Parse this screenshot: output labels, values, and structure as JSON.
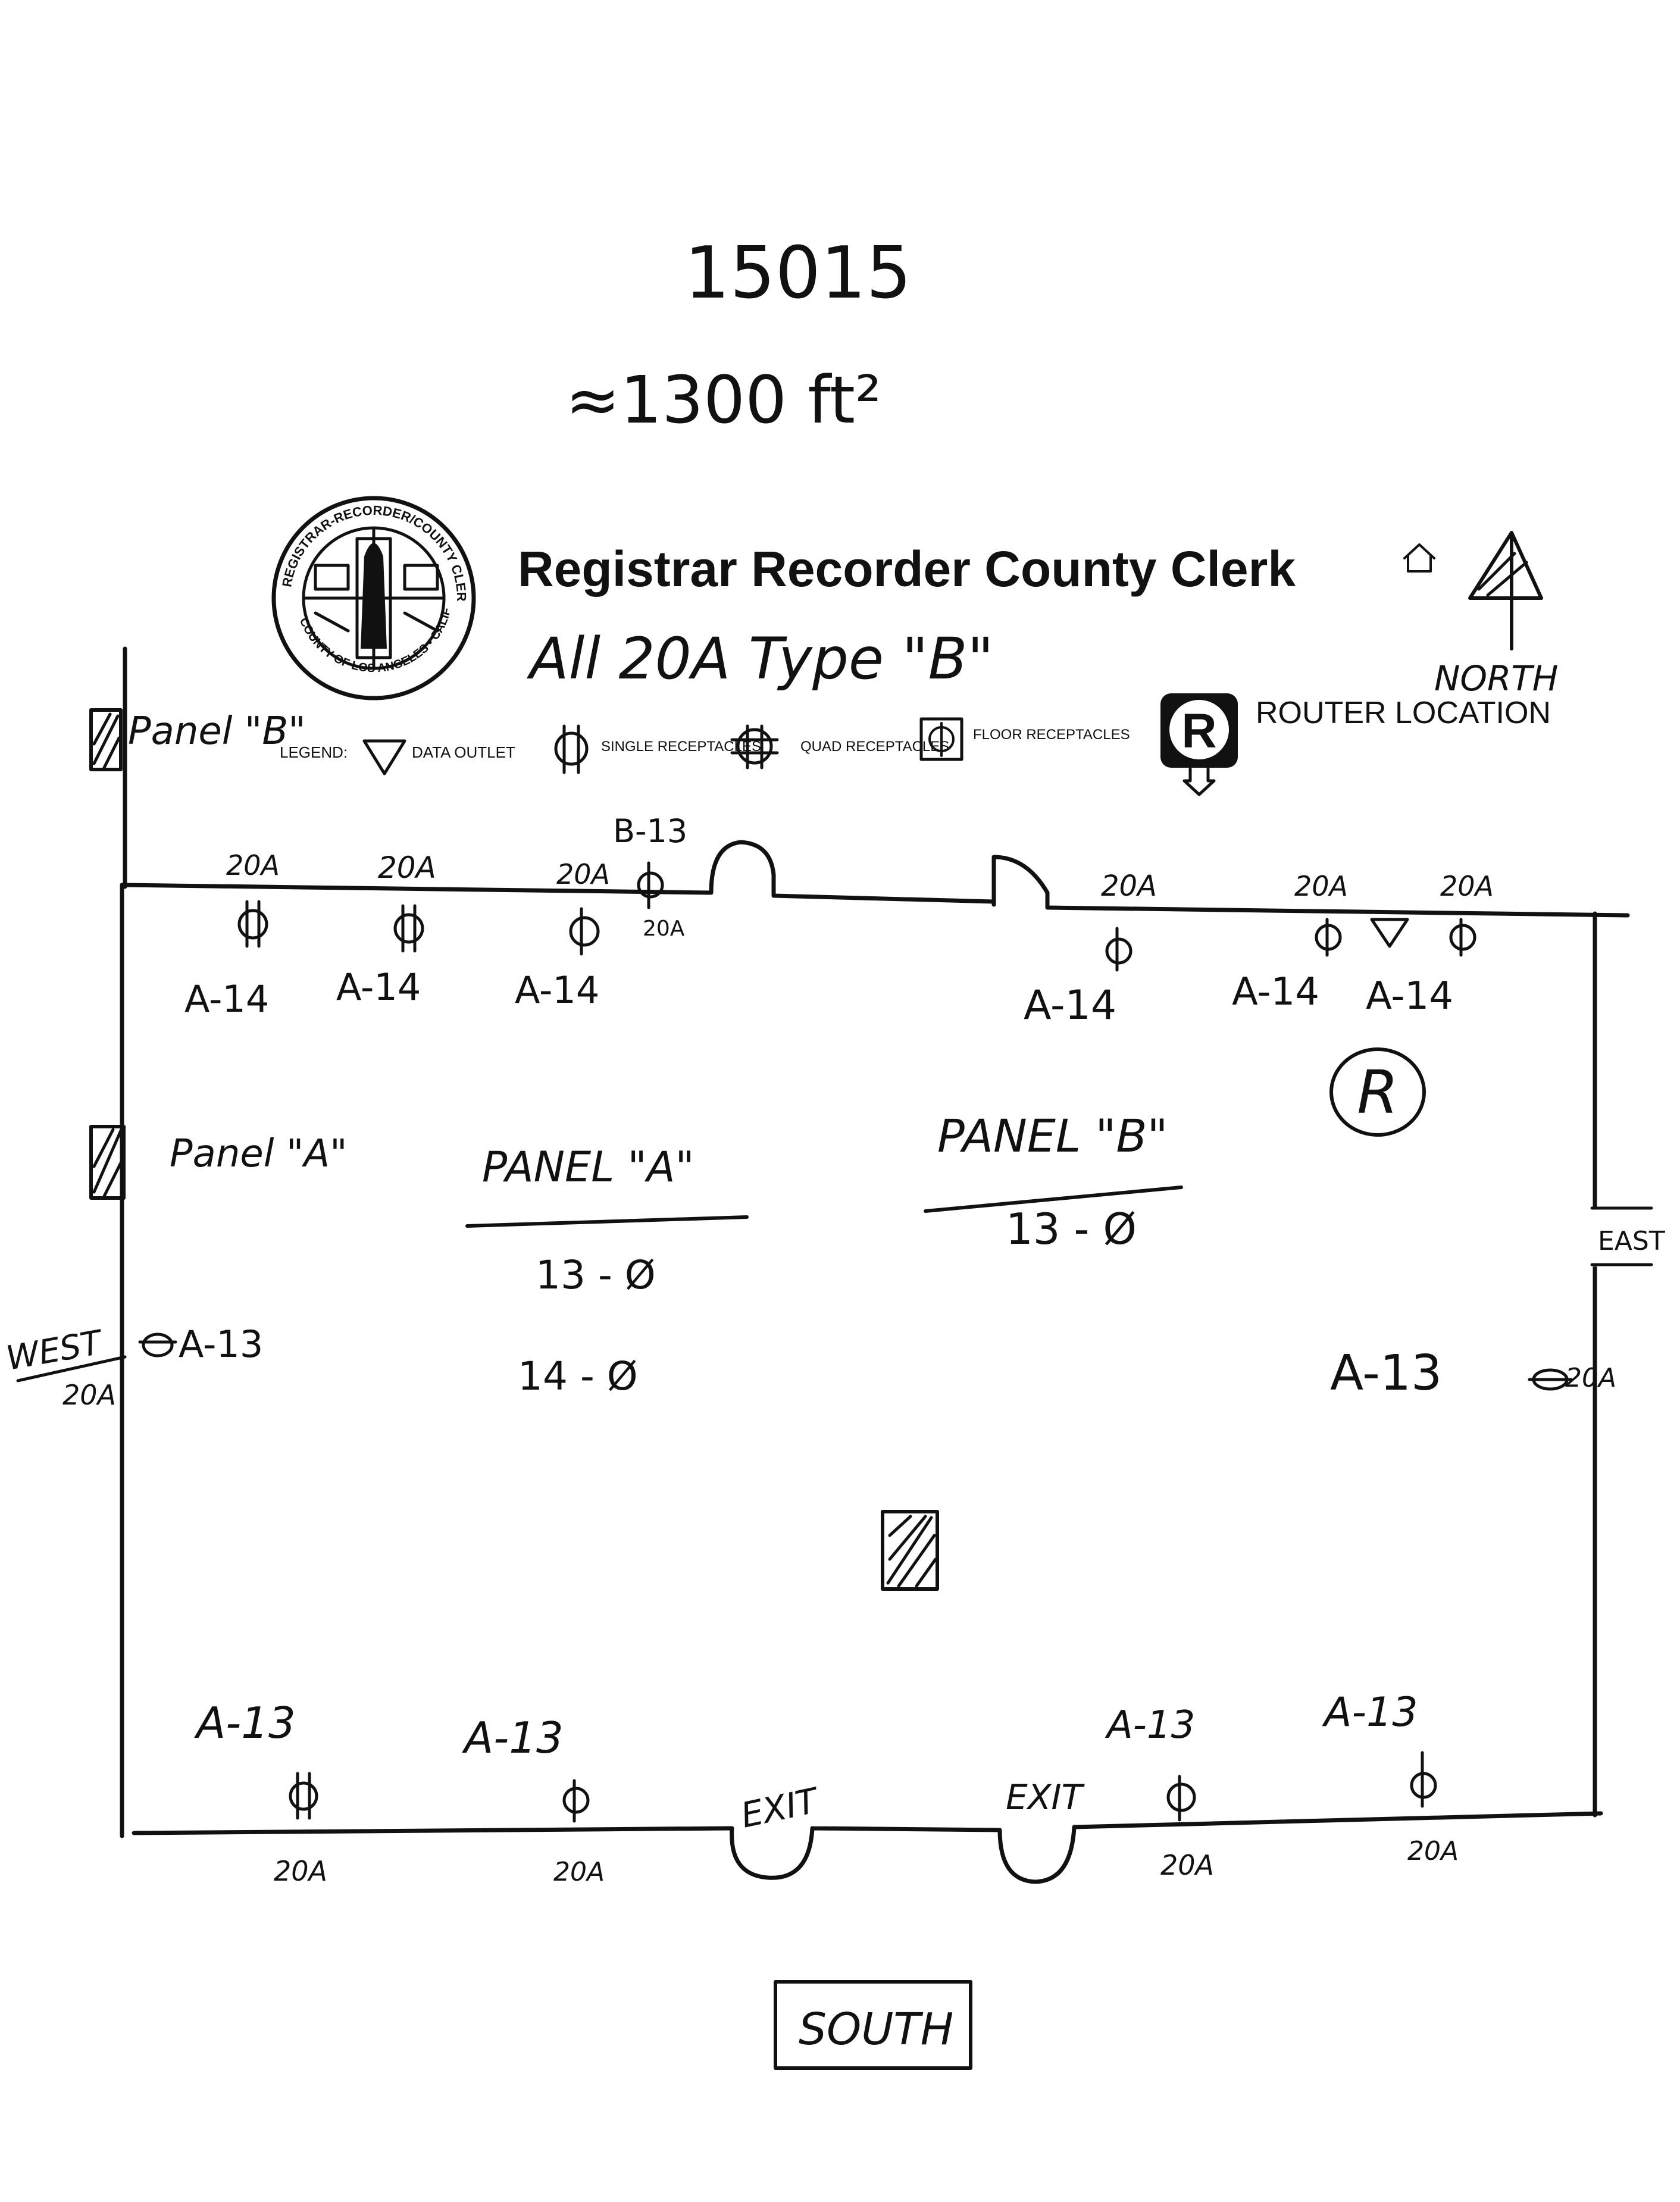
{
  "header": {
    "job_number": "15015",
    "area": "≈1300 ft²",
    "org_title": "Registrar Recorder County Clerk",
    "note": "All 20A Type \"B\"",
    "north_label": "NORTH",
    "seal_text_top": "REGISTRAR-RECORDER/COUNTY CLERK",
    "seal_text_bottom": "COUNTY OF LOS ANGELES • CALIFORNIA"
  },
  "legend": {
    "title": "LEGEND:",
    "items": [
      {
        "icon": "data-outlet-triangle-icon",
        "label": "DATA OUTLET"
      },
      {
        "icon": "single-receptacle-icon",
        "label": "SINGLE RECEPTACLES"
      },
      {
        "icon": "quad-receptacle-icon",
        "label": "QUAD RECEPTACLES"
      },
      {
        "icon": "floor-receptacle-icon",
        "label": "FLOOR RECEPTACLES"
      },
      {
        "icon": "router-r-icon",
        "label": "ROUTER LOCATION"
      }
    ],
    "router_letter": "R"
  },
  "panels": {
    "panel_b_label": "Panel \"B\"",
    "panel_a_label": "Panel \"A\""
  },
  "schedules": {
    "a": {
      "title": "PANEL \"A\"",
      "line1": "13 - Ø",
      "line2": "14 - Ø"
    },
    "b": {
      "title": "PANEL \"B\"",
      "line1": "13 - Ø"
    }
  },
  "north_wall": {
    "amps": [
      "20A",
      "20A",
      "20A",
      "20A",
      "20A",
      "20A"
    ],
    "circuits": [
      "A-14",
      "A-14",
      "A-14",
      "A-14",
      "A-14",
      "A-14"
    ],
    "b13": "B-13",
    "b13_amp": "20A"
  },
  "router_letter": "R",
  "west": {
    "label": "WEST",
    "circuit": "A-13",
    "amp": "20A"
  },
  "east": {
    "label": "EAST",
    "circuit": "A-13",
    "amp": "20A"
  },
  "south_wall": {
    "circuits": [
      "A-13",
      "A-13",
      "A-13",
      "A-13"
    ],
    "amps": [
      "20A",
      "20A",
      "20A",
      "20A"
    ],
    "exits": [
      "EXIT",
      "EXIT"
    ]
  },
  "south_label": "SOUTH"
}
